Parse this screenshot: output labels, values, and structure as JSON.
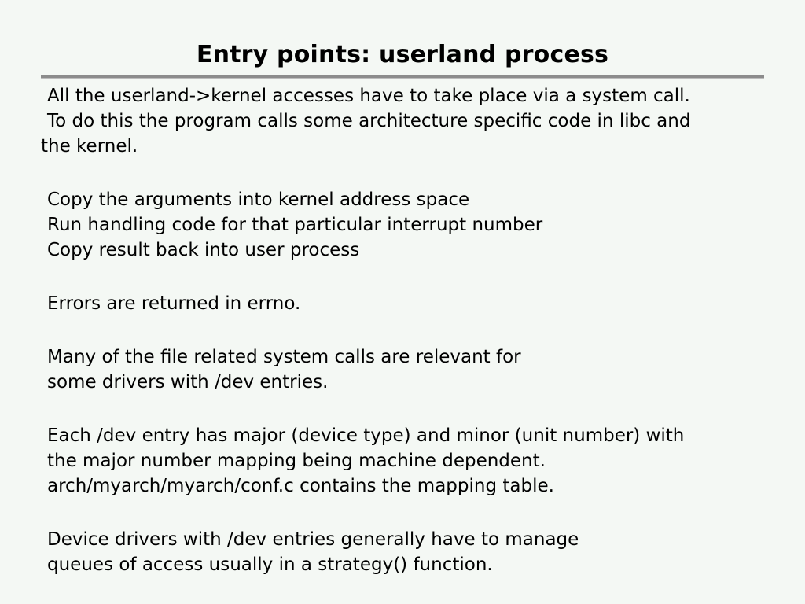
{
  "title": "Entry points: userland process",
  "paragraphs": [
    {
      "lines": [
        "All the userland->kernel accesses have to take place via a system call.",
        "To do this the program calls some architecture specific code in libc and",
        "the kernel."
      ]
    },
    {
      "lines": [
        "Copy the arguments into kernel address space",
        "Run handling code for that particular interrupt number",
        "Copy result back into user process"
      ]
    },
    {
      "lines": [
        "Errors are returned in errno."
      ]
    },
    {
      "lines": [
        "Many of the file related system calls are relevant for",
        "some drivers with /dev entries."
      ]
    },
    {
      "lines": [
        "Each /dev entry has major (device type) and minor (unit number) with",
        "the major number mapping being machine dependent.",
        "arch/myarch/myarch/conf.c contains the mapping table."
      ]
    },
    {
      "lines": [
        "Device drivers with /dev entries generally have to manage",
        "queues of access usually in a strategy() function."
      ]
    }
  ]
}
